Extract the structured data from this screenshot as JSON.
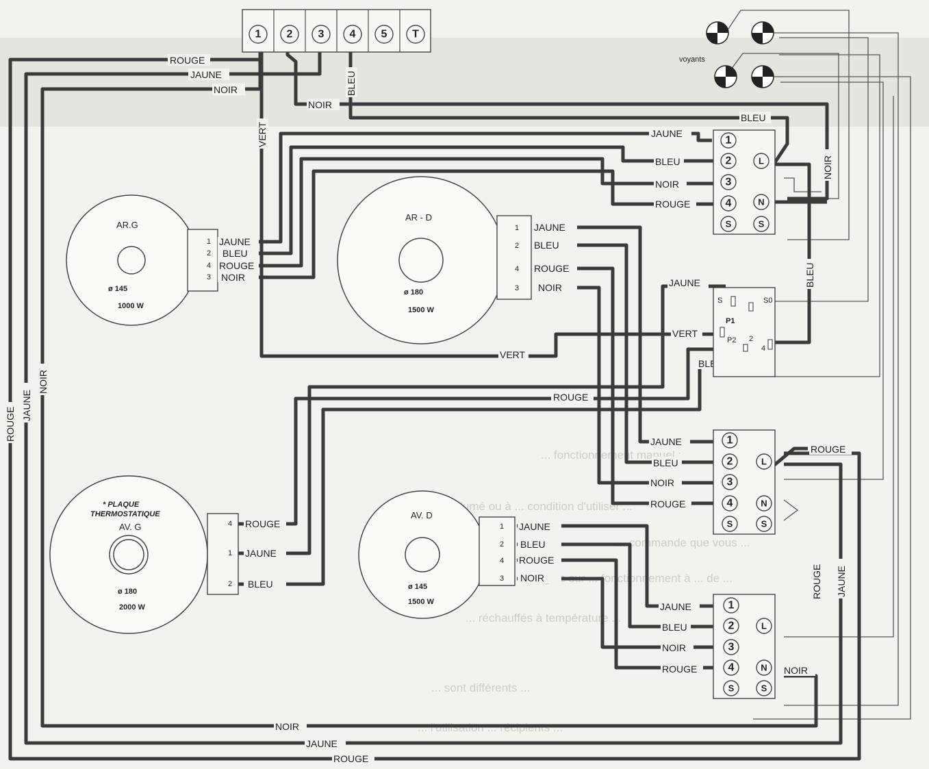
{
  "terminal_block": [
    "1",
    "2",
    "3",
    "4",
    "5",
    "T"
  ],
  "voyants_label": "voyants",
  "plates": {
    "arg": {
      "name": "AR.G",
      "diam": "ø 145",
      "power": "1000 W"
    },
    "ard": {
      "name": "AR - D",
      "diam": "ø 180",
      "power": "1500 W"
    },
    "avg": {
      "note1": "* PLAQUE",
      "note2": "THERMOSTATIQUE",
      "name": "AV. G",
      "diam": "ø 180",
      "power": "2000 W"
    },
    "avd": {
      "name": "AV. D",
      "diam": "ø 145",
      "power": "1500 W"
    }
  },
  "switch_terms": [
    "1",
    "2",
    "3",
    "4",
    "L",
    "N",
    "S",
    "S"
  ],
  "thermostat": {
    "name": "P1",
    "t1": "S",
    "t2": "S0",
    "t3": "P2",
    "t4": "2",
    "t5": "4"
  },
  "wires": {
    "rouge": "ROUGE",
    "jaune": "JAUNE",
    "noir": "NOIR",
    "bleu": "BLEU",
    "vert": "VERT"
  },
  "plate_pins": {
    "arg": [
      "1",
      "2",
      "4",
      "3"
    ],
    "ard": [
      "1",
      "2",
      "4",
      "3"
    ],
    "avg": [
      "4",
      "1",
      "2"
    ],
    "avd": [
      "1",
      "2",
      "4",
      "3"
    ]
  },
  "background_text": [
    "... fonctionnement manuel :",
    "... allumé ou à ... condition d'utiliser ...",
    "... commande que vous ...",
    "... réglée sur ... fonctionnement à ... de ...",
    "... réchauffés à température ...",
    "... sont différents ...",
    "... l'utilisation ... récipients ..."
  ],
  "colors": {
    "wire": "#3a3a3a",
    "paper": "#f4f2ee"
  }
}
